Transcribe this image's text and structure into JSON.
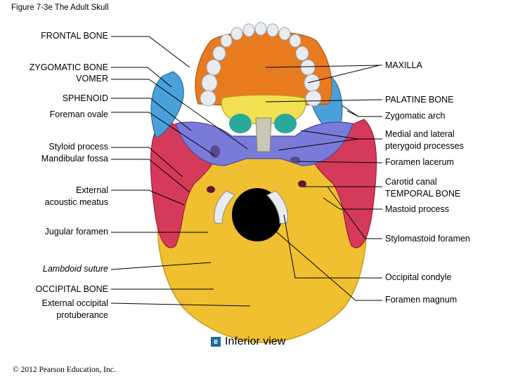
{
  "figure": {
    "title": "Figure 7-3e  The Adult Skull"
  },
  "labels_left": {
    "frontal_bone": "FRONTAL BONE",
    "zygomatic_bone": "ZYGOMATIC BONE",
    "vomer": "VOMER",
    "sphenoid": "SPHENOID",
    "foreman_ovale": "Foreman ovale",
    "styloid_process": "Styloid process",
    "mandibular_fossa": "Mandibular fossa",
    "external_acoustic_line1": "External",
    "external_acoustic_line2": "acoustic meatus",
    "jugular_foramen": "Jugular foramen",
    "lambdoid_suture": "Lambdoid suture",
    "occipital_bone": "OCCIPITAL BONE",
    "external_occipital_line1": "External occipital",
    "external_occipital_line2": "protuberance"
  },
  "labels_right": {
    "maxilla": "MAXILLA",
    "palatine_bone": "PALATINE BONE",
    "zygomatic_arch": "Zygomatic arch",
    "pterygoid_line1": "Medial and lateral",
    "pterygoid_line2": "pterygoid processes",
    "foramen_lacerum": "Foramen lacerum",
    "carotid_canal": "Carotid canal",
    "temporal_bone": "TEMPORAL BONE",
    "mastoid_process": "Mastoid process",
    "stylomastoid_foramen": "Stylomastoid foramen",
    "occipital_condyle": "Occipital condyle",
    "foramen_magnum": "Foramen magnum"
  },
  "view": {
    "icon": "e",
    "label": "Inferior view"
  },
  "copyright": "© 2012 Pearson Education, Inc.",
  "colors": {
    "occipital": "#f0c030",
    "temporal": "#d63a5a",
    "maxilla": "#e87a20",
    "palatine": "#f2e050",
    "sphenoid": "#7a7ad8",
    "zygomatic": "#4aa0d8",
    "vomer": "#c8c8b4",
    "teeth": "#e8ecf0",
    "leader_lines": "#000000"
  }
}
